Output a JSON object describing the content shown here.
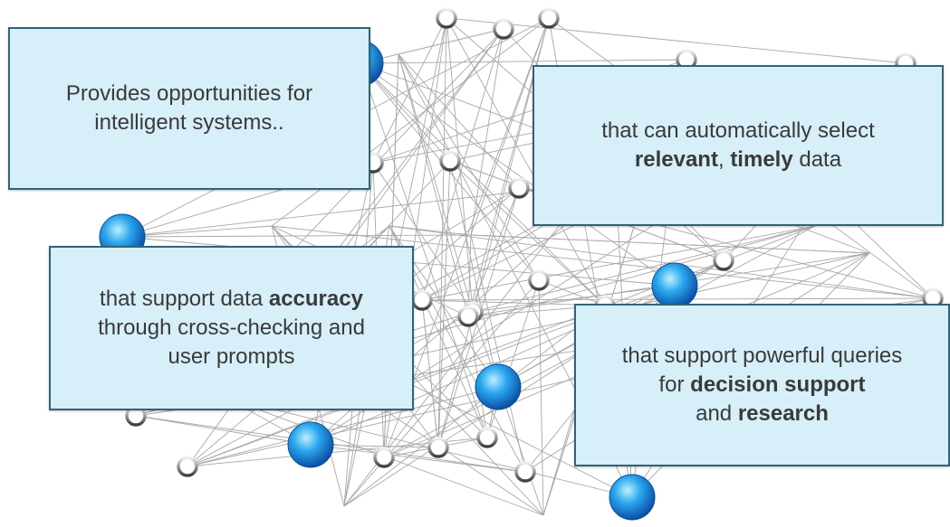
{
  "callouts": [
    {
      "id": "box-1",
      "lines": [
        [
          {
            "t": "Provides opportunities for"
          }
        ],
        [
          {
            "t": "intelligent systems.."
          }
        ]
      ]
    },
    {
      "id": "box-2",
      "lines": [
        [
          {
            "t": "that can automatically select"
          }
        ],
        [
          {
            "t": "relevant",
            "b": true
          },
          {
            "t": ", "
          },
          {
            "t": "timely",
            "b": true
          },
          {
            "t": " data"
          }
        ]
      ]
    },
    {
      "id": "box-3",
      "lines": [
        [
          {
            "t": "that support data "
          },
          {
            "t": "accuracy",
            "b": true
          }
        ],
        [
          {
            "t": "through cross-checking and"
          }
        ],
        [
          {
            "t": "user prompts"
          }
        ]
      ]
    },
    {
      "id": "box-4",
      "lines": [
        [
          {
            "t": "that support powerful queries"
          }
        ],
        [
          {
            "t": "for "
          },
          {
            "t": "decision support",
            "b": true
          }
        ],
        [
          {
            "t": "and "
          },
          {
            "t": "research",
            "b": true
          }
        ]
      ]
    }
  ],
  "colors": {
    "box_fill": "#d7eff8",
    "box_border": "#2e6579",
    "text": "#3a3a3a",
    "edge": "#a8a8a8",
    "node_gray": "#ffffff",
    "node_blue": "#2aa7ee"
  }
}
